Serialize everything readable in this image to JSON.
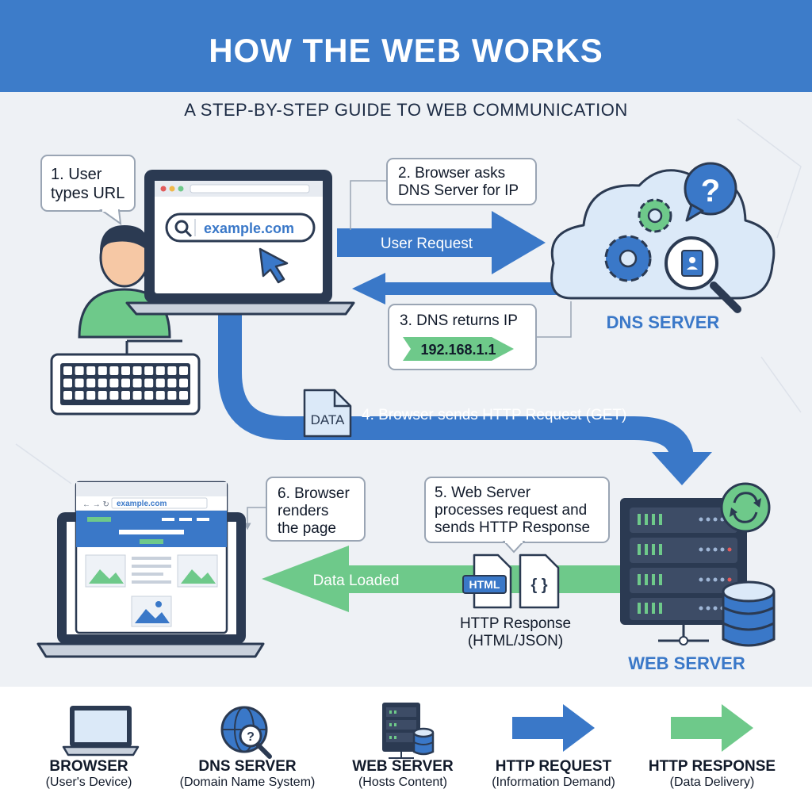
{
  "header": {
    "title": "HOW THE WEB WORKS",
    "subtitle": "A STEP-BY-STEP GUIDE TO WEB COMMUNICATION"
  },
  "steps": {
    "step1": {
      "line1": "1. User",
      "line2": "types URL"
    },
    "step2": {
      "line1": "2. Browser asks",
      "line2": "DNS Server for IP"
    },
    "step3": {
      "line1": "3. DNS returns IP",
      "ip": "192.168.1.1"
    },
    "step4": {
      "label": "4. Browser sends HTTP Request (GET)",
      "file_label": "DATA"
    },
    "step5": {
      "line1": "5. Web Server",
      "line2": "processes request and",
      "line3": "sends HTTP Response"
    },
    "step6": {
      "line1": "6. Browser",
      "line2": "renders",
      "line3": "the page"
    }
  },
  "browser": {
    "url": "example.com"
  },
  "arrows": {
    "user_request": "User Request",
    "data_loaded": "Data Loaded"
  },
  "dns": {
    "label": "DNS SERVER"
  },
  "web_server": {
    "label": "WEB SERVER"
  },
  "response": {
    "html_tag": "HTML",
    "json_tag": "{ }",
    "line1": "HTTP Response",
    "line2": "(HTML/JSON)"
  },
  "legend": [
    {
      "title": "BROWSER",
      "sub": "(User's Device)"
    },
    {
      "title": "DNS SERVER",
      "sub": "(Domain Name System)"
    },
    {
      "title": "WEB SERVER",
      "sub": "(Hosts Content)"
    },
    {
      "title": "HTTP REQUEST",
      "sub": "(Information Demand)"
    },
    {
      "title": "HTTP RESPONSE",
      "sub": "(Data Delivery)"
    }
  ],
  "colors": {
    "header_blue": "#3d7cc9",
    "request_blue": "#3a78c8",
    "response_green": "#6ec98a",
    "dark_outline": "#2b3a52"
  }
}
